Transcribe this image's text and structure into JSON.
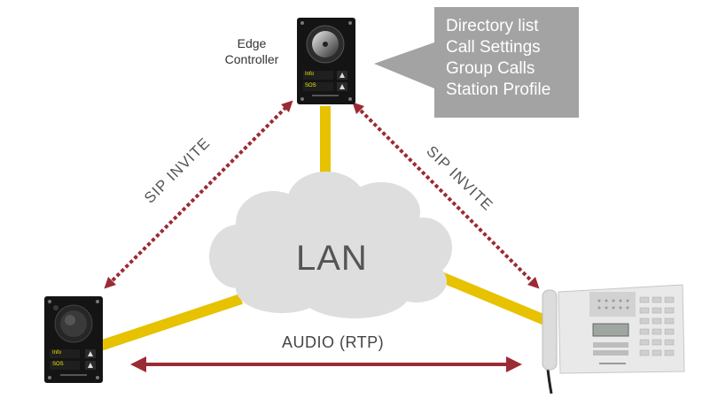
{
  "edge_controller": {
    "label_line1": "Edge",
    "label_line2": "Controller"
  },
  "callout": {
    "items": [
      "Directory list",
      "Call Settings",
      "Group Calls",
      "Station Profile"
    ]
  },
  "network": {
    "label": "LAN"
  },
  "links": {
    "sip_left": "SIP INVITE",
    "sip_right": "SIP INVITE",
    "audio": "AUDIO (RTP)"
  },
  "panel_buttons": {
    "info": "Info",
    "sos": "SOS"
  },
  "colors": {
    "sip_arrow": "#9b2b34",
    "audio_arrow": "#9b2b34",
    "lan_link": "#e7c200",
    "callout_bg": "#a3a3a3",
    "cloud": "#dedede"
  }
}
